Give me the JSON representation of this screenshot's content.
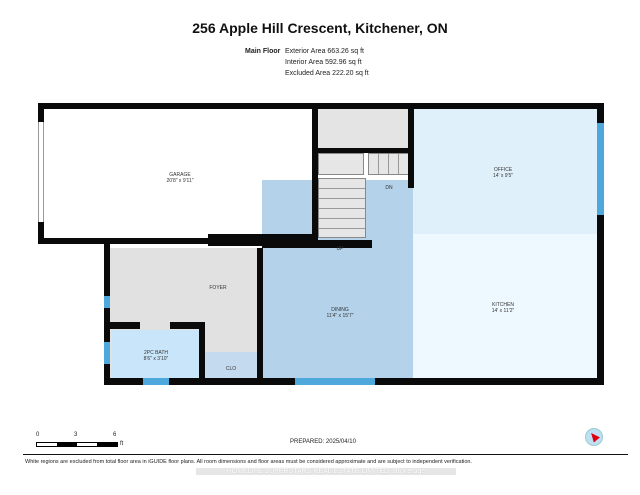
{
  "title": "256 Apple Hill Crescent, Kitchener, ON",
  "floor": {
    "name": "Main Floor",
    "exterior": "Exterior Area 663.26 sq ft",
    "interior": "Interior Area 592.96 sq ft",
    "excluded": "Excluded Area 222.20 sq ft"
  },
  "rooms": {
    "garage": {
      "name": "GARAGE",
      "dims": "20'8\" x 9'11\""
    },
    "office": {
      "name": "OFFICE",
      "dims": "14' x 9'5\""
    },
    "kitchen": {
      "name": "KITCHEN",
      "dims": "14' x 11'2\""
    },
    "dining": {
      "name": "DINING",
      "dims": "11'4\" x 15'7\""
    },
    "foyer": {
      "name": "FOYER"
    },
    "bath": {
      "name": "2PC BATH",
      "dims": "8'6\" x 3'10\""
    },
    "closet": {
      "name": "CLO"
    },
    "stair_up": "UP",
    "stair_down": "DN"
  },
  "scale": {
    "ticks": [
      "0",
      "3",
      "6"
    ],
    "unit": "ft"
  },
  "prepared": "PREPARED: 2025/04/10",
  "disclaimer": "White regions are excluded from total floor area in iGUIDE floor plans. All room dimensions and floor areas must be considered approximate and are subject to independent verification.",
  "watermark": "HOMELIFE SUPERSTARS REAL ESTATE LIMITED, Brokerage",
  "colors": {
    "dining": "#b4d3ea",
    "office": "#dff0fb",
    "kitchen": "#eef9ff",
    "bath": "#c9e5fa",
    "foyer": "#e1e1e1",
    "window": "#4fa8db"
  }
}
